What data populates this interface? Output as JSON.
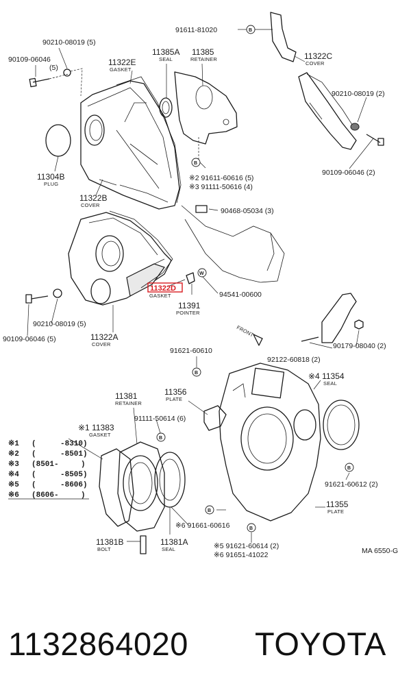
{
  "labels": {
    "p9161181020": "91611-81020",
    "p11322c": "11322C",
    "p11322c_sub": "COVER",
    "p9021008019a": "90210-08019 (5)",
    "p9010906046a": "90109-06046",
    "p9010906046a_qty": "(5)",
    "p11322e": "11322E",
    "p11322e_sub": "GASKET",
    "p11385a": "11385A",
    "p11385a_sub": "SEAL",
    "p11385": "11385",
    "p11385_sub": "RETAINER",
    "p9021008019b": "90210-08019 (2)",
    "p11304b": "11304B",
    "p11304b_sub": "PLUG",
    "p11322b": "11322B",
    "p11322b_sub": "COVER",
    "p9161160616": "※2 91611-60616 (5)",
    "p9111150616": "※3 91111-50616 (4)",
    "p9010906046b": "90109-06046 (2)",
    "p9046805034": "90468-05034 (3)",
    "p11322d": "11322D",
    "p11322d_sub": "GASKET",
    "p9454100600": "94541-00600",
    "p11391": "11391",
    "p11391_sub": "POINTER",
    "p9021008019c": "90210-08019 (5)",
    "p9010906046c": "90109-06046 (5)",
    "p11322a": "11322A",
    "p11322a_sub": "COVER",
    "front": "FRONT",
    "p9017908040": "90179-08040 (2)",
    "p9212260818": "92122-60818 (2)",
    "p9162160610": "91621-60610",
    "p11354": "※4 11354",
    "p11354_sub": "SEAL",
    "p11381": "11381",
    "p11381_sub": "RETAINER",
    "p11356": "11356",
    "p11356_sub": "PLATE",
    "p11383": "※1 11383",
    "p11383_sub": "GASKET",
    "p9111150614": "91111-50614 (6)",
    "p9162160612": "91621-60612 (2)",
    "p11355": "11355",
    "p11355_sub": "PLATE",
    "p9166160616": "※6 91661-60616",
    "p11381b": "11381B",
    "p11381b_sub": "BOLT",
    "p11381a": "11381A",
    "p11381a_sub": "SEAL",
    "p9162160614": "※5 91621-60614 (2)",
    "p9165141022": "※6 91651-41022",
    "code": "MA 6550-G",
    "bubble": "B"
  },
  "legend": [
    {
      "mark": "※1",
      "open": "(",
      "range": "-8310)"
    },
    {
      "mark": "※2",
      "open": "(",
      "range": "-8501)"
    },
    {
      "mark": "※3",
      "open": "(8501-",
      "range": ")"
    },
    {
      "mark": "※4",
      "open": "(",
      "range": "-8505)"
    },
    {
      "mark": "※5",
      "open": "(",
      "range": "-8606)"
    },
    {
      "mark": "※6",
      "open": "(8606-",
      "range": ")"
    }
  ],
  "footer": {
    "part_number": "1132864020",
    "brand": "TOYOTA"
  },
  "colors": {
    "highlight": "#d81b20",
    "ink": "#1a1a1a"
  }
}
